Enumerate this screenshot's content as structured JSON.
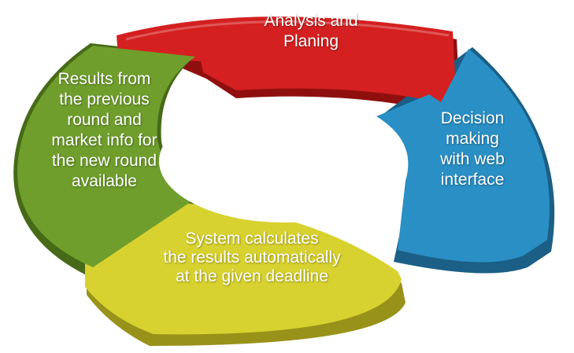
{
  "diagram": {
    "segments": [
      {
        "id": "red",
        "label": "Analysis and\nPlaning",
        "color": "#d42020",
        "dark": "#8f0f0f"
      },
      {
        "id": "blue",
        "label": "Decision\nmaking\nwith web\ninterface",
        "color": "#2a8fc4",
        "dark": "#1b5f86"
      },
      {
        "id": "yellow",
        "label": "System calculates\nthe results automatically\nat the given deadline",
        "color": "#d8d230",
        "dark": "#98921a"
      },
      {
        "id": "green",
        "label": "Results from\nthe previous\nround and\nmarket info for\nthe new round\navailable",
        "color": "#6f9e2c",
        "dark": "#466a17"
      }
    ]
  }
}
